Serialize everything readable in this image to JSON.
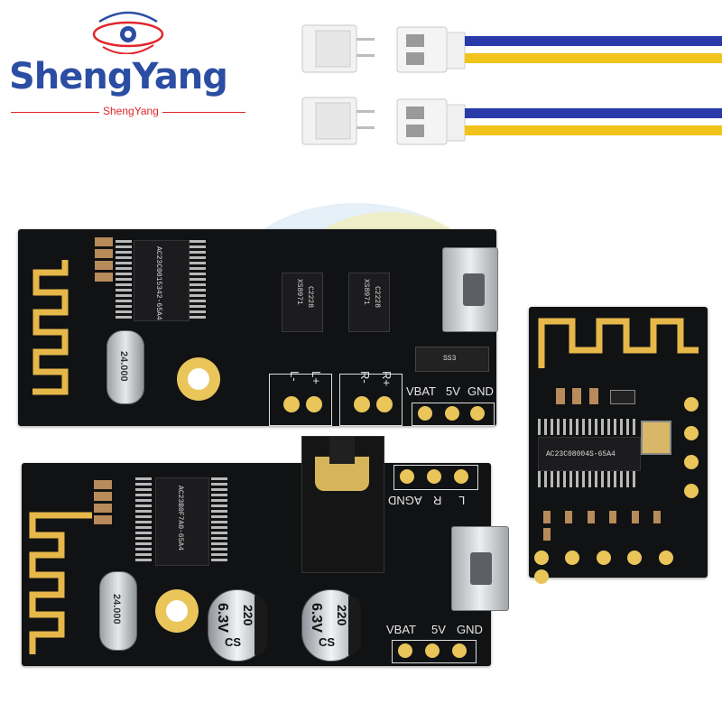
{
  "brand": {
    "name": "ShengYang",
    "tagline": "ShengYang",
    "colors": {
      "primary": "#2b4da3",
      "accent": "#e0262b"
    }
  },
  "board_a": {
    "chip_main": "AC23C0015342-65A4",
    "chip_amp1": "XS8971",
    "chip_amp1_sub": "C2228",
    "chip_amp2": "XS8971",
    "chip_amp2_sub": "C2228",
    "crystal": "24.000",
    "diode": "SS3",
    "labels": {
      "l_minus": "L-",
      "l_plus": "L+",
      "r_minus": "R-",
      "r_plus": "R+",
      "vbat": "VBAT",
      "v5": "5V",
      "gnd": "GND"
    }
  },
  "board_b": {
    "chip_main": "AC23B0F7A0-65A4",
    "crystal": "24.000",
    "cap_left": {
      "voltage": "6.3V",
      "value": "220",
      "series": "CS"
    },
    "cap_right": {
      "voltage": "6.3V",
      "value": "220",
      "series": "CS"
    },
    "labels": {
      "agnd": "AGND",
      "r": "R",
      "l": "L",
      "vbat": "VBAT",
      "v5": "5V",
      "gnd": "GND"
    }
  },
  "board_c": {
    "chip_main": "AC23C08004S-65A4"
  },
  "wire_colors": [
    "#2a3aa8",
    "#f2c318"
  ]
}
